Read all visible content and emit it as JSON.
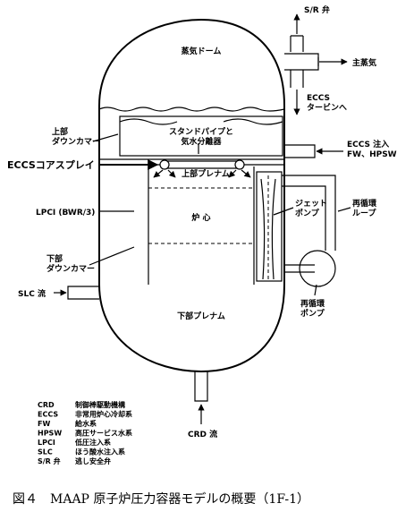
{
  "labels": {
    "sr_valve": "S/R 弁",
    "steam_dome": "蒸気ドーム",
    "main_steam": "主蒸気",
    "eccs_turbine": "ECCS\nタービンへ",
    "upper_downcomer": "上部\nダウンカマー",
    "standpipe": "スタンドパイプと\n気水分離器",
    "eccs_injection": "ECCS 注入\nFW、HPSW",
    "eccs_core_spray": "ECCSコアスプレイ",
    "upper_plenum": "上部プレナム",
    "jet_pump": "ジェット\nポンプ",
    "recirc_loop": "再循環\nループ",
    "lpci": "LPCI (BWR/3)",
    "core": "炉 心",
    "lower_downcomer": "下部\nダウンカマー",
    "slc_flow": "SLC 流",
    "recirc_pump": "再循環\nポンプ",
    "lower_plenum": "下部プレナム",
    "crd_flow": "CRD 流"
  },
  "legend": [
    {
      "abbr": "CRD",
      "desc": "制御棒駆動機構"
    },
    {
      "abbr": "ECCS",
      "desc": "非常用炉心冷却系"
    },
    {
      "abbr": "FW",
      "desc": "給水系"
    },
    {
      "abbr": "HPSW",
      "desc": "高圧サービス水系"
    },
    {
      "abbr": "LPCI",
      "desc": "低圧注入系"
    },
    {
      "abbr": "SLC",
      "desc": "ほう酸水注入系"
    },
    {
      "abbr": "S/R 弁",
      "desc": "逃し安全弁"
    }
  ],
  "caption": "図４　MAAP 原子炉圧力容器モデルの概要（1F-1）"
}
